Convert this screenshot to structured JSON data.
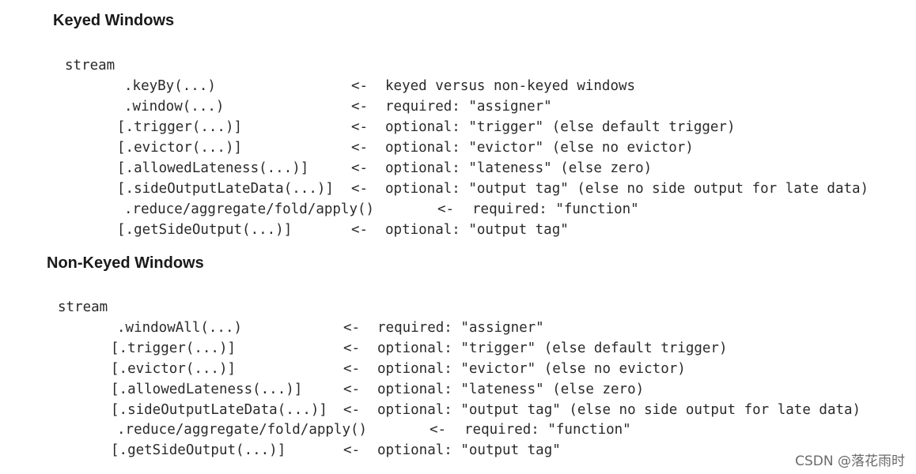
{
  "sections": [
    {
      "title": "Keyed Windows",
      "root": "stream",
      "lines": [
        {
          "call": ".keyBy(...)",
          "arrow": "<-",
          "comment": "keyed versus non-keyed windows"
        },
        {
          "call": ".window(...)",
          "arrow": "<-",
          "comment": "required: \"assigner\""
        },
        {
          "call": "[.trigger(...)]",
          "arrow": "<-",
          "comment": "optional: \"trigger\" (else default trigger)"
        },
        {
          "call": "[.evictor(...)]",
          "arrow": "<-",
          "comment": "optional: \"evictor\" (else no evictor)"
        },
        {
          "call": "[.allowedLateness(...)]",
          "arrow": "<-",
          "comment": "optional: \"lateness\" (else zero)"
        },
        {
          "call": "[.sideOutputLateData(...)]",
          "arrow": "<-",
          "comment": "optional: \"output tag\" (else no side output for late data)"
        },
        {
          "call": ".reduce/aggregate/fold/apply()",
          "arrow": "<-",
          "comment": "required: \"function\""
        },
        {
          "call": "[.getSideOutput(...)]",
          "arrow": "<-",
          "comment": "optional: \"output tag\""
        }
      ]
    },
    {
      "title": "Non-Keyed Windows",
      "root": "stream",
      "lines": [
        {
          "call": ".windowAll(...)",
          "arrow": "<-",
          "comment": "required: \"assigner\""
        },
        {
          "call": "[.trigger(...)]",
          "arrow": "<-",
          "comment": "optional: \"trigger\" (else default trigger)"
        },
        {
          "call": "[.evictor(...)]",
          "arrow": "<-",
          "comment": "optional: \"evictor\" (else no evictor)"
        },
        {
          "call": "[.allowedLateness(...)]",
          "arrow": "<-",
          "comment": "optional: \"lateness\" (else zero)"
        },
        {
          "call": "[.sideOutputLateData(...)]",
          "arrow": "<-",
          "comment": "optional: \"output tag\" (else no side output for late data)"
        },
        {
          "call": ".reduce/aggregate/fold/apply()",
          "arrow": "<-",
          "comment": "required: \"function\""
        },
        {
          "call": "[.getSideOutput(...)]",
          "arrow": "<-",
          "comment": "optional: \"output tag\""
        }
      ]
    }
  ],
  "watermark": "CSDN @落花雨时"
}
